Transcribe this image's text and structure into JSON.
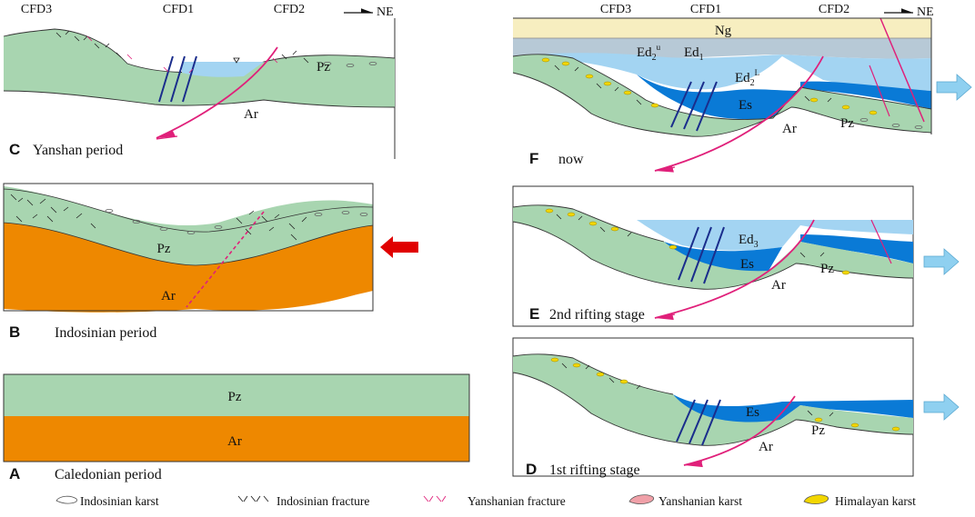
{
  "wells": [
    "CFD3",
    "CFD1",
    "CFD2"
  ],
  "direction": "NE",
  "units": {
    "pz": "Pz",
    "ar": "Ar",
    "es": "Es",
    "ng": "Ng",
    "ed3": "Ed",
    "ed3_sub": "3",
    "ed1": "Ed",
    "ed1_sub": "1",
    "ed2u": "Ed",
    "ed2u_sub": "2",
    "ed2u_sup": "u",
    "ed2l": "Ed",
    "ed2l_sub": "2",
    "ed2l_sup": "L"
  },
  "panels": {
    "A": {
      "letter": "A",
      "caption": "Caledonian period"
    },
    "B": {
      "letter": "B",
      "caption": "Indosinian period"
    },
    "C": {
      "letter": "C",
      "caption": "Yanshan period"
    },
    "D": {
      "letter": "D",
      "caption": "1st rifting stage"
    },
    "E": {
      "letter": "E",
      "caption": "2nd rifting stage"
    },
    "F": {
      "letter": "F",
      "caption": "now"
    }
  },
  "legend": {
    "indosinian_karst": "Indosinian karst",
    "indosinian_fracture": "Indosinian fracture",
    "yanshanian_fracture": "Yanshanian fracture",
    "yanshanian_karst": "Yanshanian karst",
    "himalayan_karst": "Himalayan karst"
  },
  "colors": {
    "pz": "#a8d5b0",
    "ar": "#ee8800",
    "es": "#0a7ad6",
    "ed3": "#a3d4f2",
    "ed1": "#b7c9d6",
    "ng": "#f7eec0",
    "fault": "#e0207a",
    "well": "#1a2d8c",
    "compression": "#e00000",
    "extension": "#8fd0f0",
    "himalayan": "#f2d600",
    "yanshanian_karst": "#f0a0a8"
  }
}
